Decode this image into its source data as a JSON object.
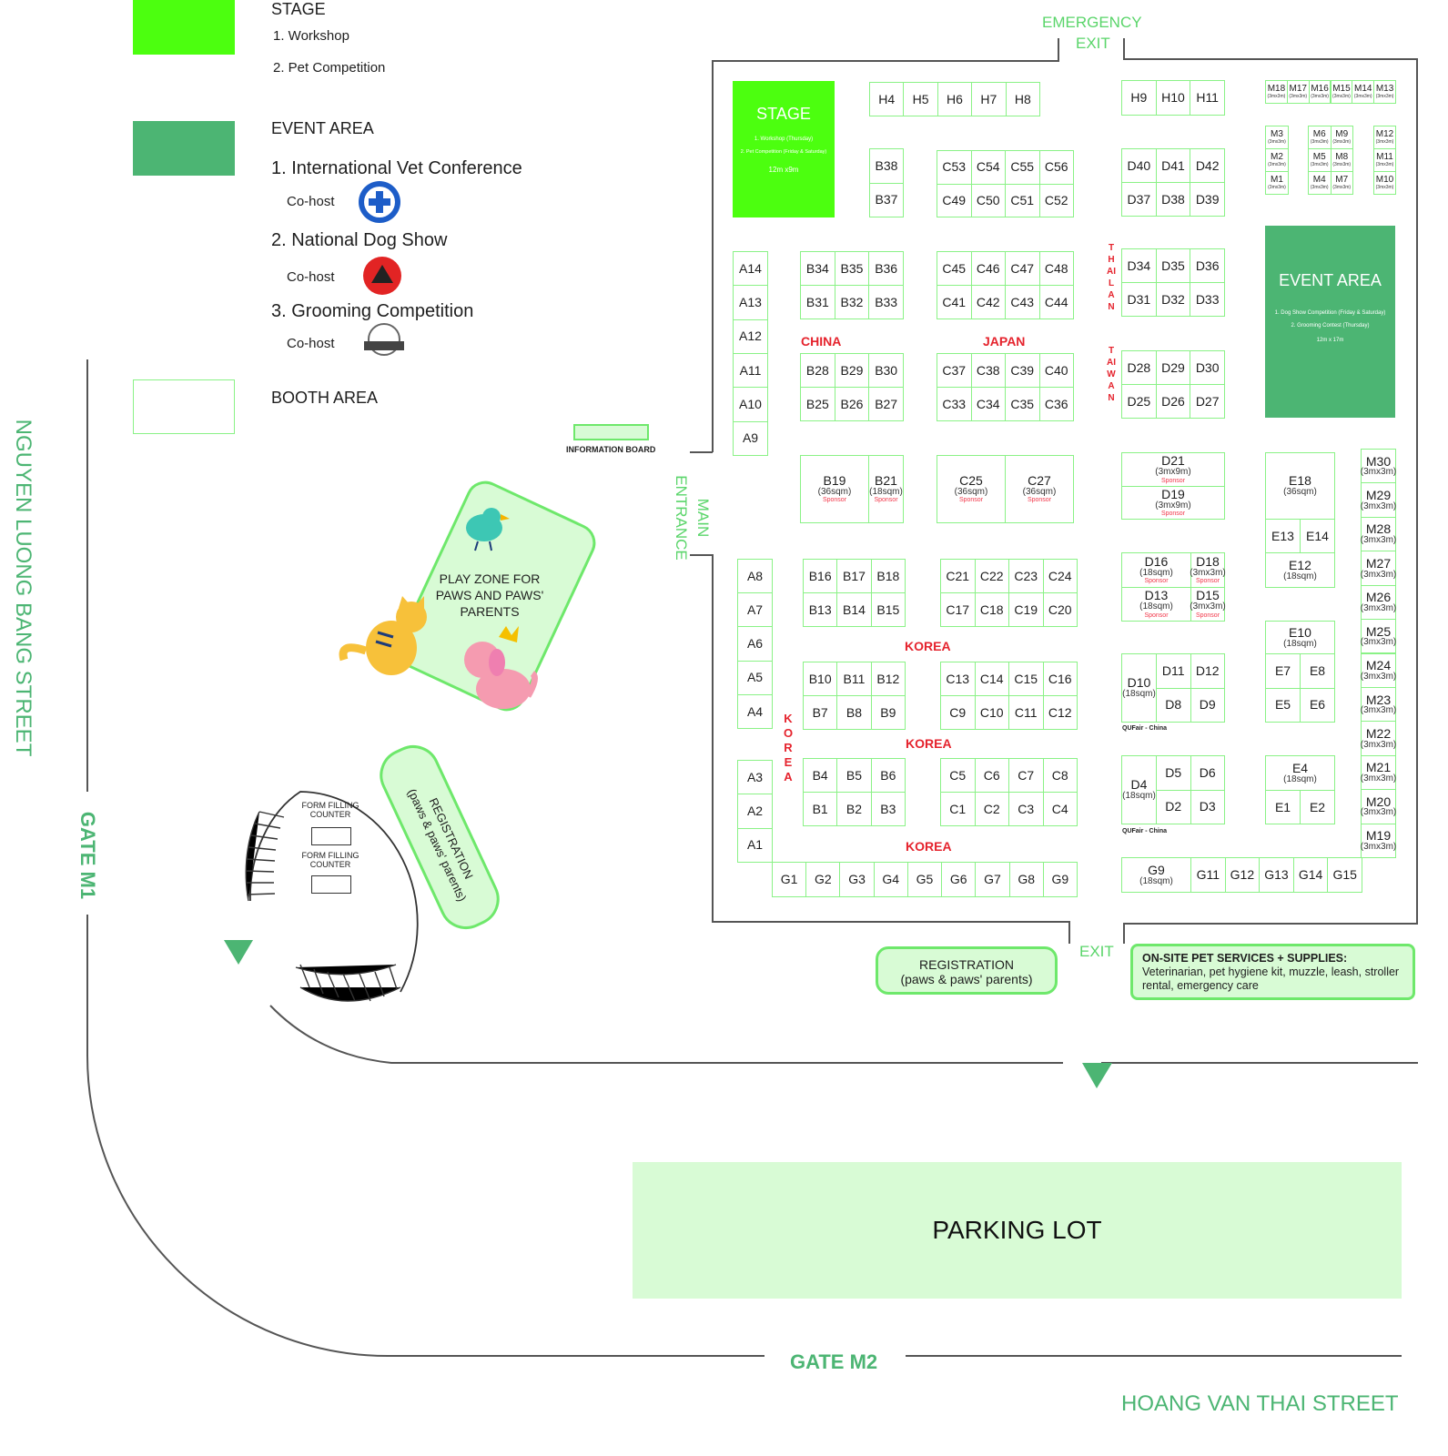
{
  "legend": {
    "stage": {
      "title": "STAGE",
      "items": [
        "1. Workshop",
        "2. Pet Competition"
      ],
      "color": "#4cff0f"
    },
    "event_area": {
      "title": "EVENT AREA",
      "color": "#4cb573",
      "items": [
        {
          "label": "1. International Vet Conference",
          "cohost": "Co-host",
          "logo": "VSAVA"
        },
        {
          "label": "2. National Dog Show",
          "cohost": "Co-host",
          "logo": "VKA"
        },
        {
          "label": "3. Grooming Competition",
          "cohost": "Co-host",
          "logo": "JSCC"
        }
      ]
    },
    "booth_area": {
      "title": "BOOTH AREA"
    }
  },
  "stage_box": {
    "title": "STAGE",
    "line1": "1. Workshop (Thursday)",
    "line2": "2. Pet Competition (Friday & Saturday)",
    "size": "12m x9m"
  },
  "event_box": {
    "title": "EVENT AREA",
    "line1": "1. Dog Show Competition (Friday & Saturday)",
    "line2": "2. Grooming Contest (Thursday)",
    "size": "12m x 17m"
  },
  "labels": {
    "emergency_exit": "EMERGENCY",
    "emergency_exit2": "EXIT",
    "exit": "EXIT",
    "main_entrance": "MAIN ENTRANCE",
    "information_board": "INFORMATION BOARD",
    "play_zone": "PLAY ZONE FOR PAWS AND PAWS' PARENTS",
    "registration": "REGISTRATION",
    "registration_sub": "(paws & paws' parents)",
    "form_counter": "FORM FILLING COUNTER",
    "onsite_title": "ON-SITE PET SERVICES + SUPPLIES:",
    "onsite_body": "Veterinarian, pet hygiene kit, muzzle, leash, stroller rental, emergency care",
    "parking": "PARKING LOT",
    "gate_m1": "GATE M1",
    "gate_m2": "GATE M2",
    "street_left": "NGUYEN LUONG BANG STREET",
    "street_bottom": "HOANG VAN THAI STREET",
    "qufair": "QUFair - China"
  },
  "regions": {
    "china": "CHINA",
    "japan": "JAPAN",
    "korea": "KOREA",
    "thailand": "THAILAN",
    "taiwan": "TAIWAN"
  },
  "booth_groups": {
    "H_a": {
      "rows": [
        [
          "H4",
          "H5",
          "H6",
          "H7",
          "H8"
        ]
      ]
    },
    "H_b": {
      "rows": [
        [
          "H9",
          "H10",
          "H11"
        ]
      ]
    },
    "M_top": {
      "sub": "(3mx3m)",
      "small": true,
      "rows": [
        [
          "M18",
          "M17",
          "M16",
          "M15",
          "M14",
          "M13"
        ]
      ]
    },
    "M_l": {
      "sub": "(3mx3m)",
      "small": true,
      "rows": [
        [
          "M3"
        ],
        [
          "M2"
        ],
        [
          "M1"
        ]
      ]
    },
    "M_c": {
      "sub": "(3mx3m)",
      "small": true,
      "rows": [
        [
          "M6",
          "M9"
        ],
        [
          "M5",
          "M8"
        ],
        [
          "M4",
          "M7"
        ]
      ]
    },
    "M_r": {
      "sub": "(3mx3m)",
      "small": true,
      "rows": [
        [
          "M12"
        ],
        [
          "M11"
        ],
        [
          "M10"
        ]
      ]
    },
    "B_38": {
      "rows": [
        [
          "B38"
        ],
        [
          "B37"
        ]
      ]
    },
    "C_53": {
      "rows": [
        [
          "C53",
          "C54",
          "C55",
          "C56"
        ],
        [
          "C49",
          "C50",
          "C51",
          "C52"
        ]
      ]
    },
    "D_40": {
      "rows": [
        [
          "D40",
          "D41",
          "D42"
        ],
        [
          "D37",
          "D38",
          "D39"
        ]
      ]
    },
    "A_top": {
      "rows": [
        [
          "A14"
        ],
        [
          "A13"
        ],
        [
          "A12"
        ],
        [
          "A11"
        ],
        [
          "A10"
        ],
        [
          "A9"
        ]
      ]
    },
    "B_34": {
      "rows": [
        [
          "B34",
          "B35",
          "B36"
        ],
        [
          "B31",
          "B32",
          "B33"
        ]
      ]
    },
    "C_45": {
      "rows": [
        [
          "C45",
          "C46",
          "C47",
          "C48"
        ],
        [
          "C41",
          "C42",
          "C43",
          "C44"
        ]
      ]
    },
    "D_34": {
      "rows": [
        [
          "D34",
          "D35",
          "D36"
        ],
        [
          "D31",
          "D32",
          "D33"
        ]
      ]
    },
    "B_28": {
      "rows": [
        [
          "B28",
          "B29",
          "B30"
        ],
        [
          "B25",
          "B26",
          "B27"
        ]
      ]
    },
    "C_37": {
      "rows": [
        [
          "C37",
          "C38",
          "C39",
          "C40"
        ],
        [
          "C33",
          "C34",
          "C35",
          "C36"
        ]
      ]
    },
    "D_28": {
      "rows": [
        [
          "D28",
          "D29",
          "D30"
        ],
        [
          "D25",
          "D26",
          "D27"
        ]
      ]
    },
    "B_19": {
      "rows": [
        [
          {
            "id": "B19",
            "size": "(36sqm)",
            "sponsor": "Sponsor"
          }
        ]
      ]
    },
    "B_21": {
      "rows": [
        [
          {
            "id": "B21",
            "size": "(18sqm)",
            "sponsor": "Sponsor"
          }
        ]
      ]
    },
    "C_25": {
      "rows": [
        [
          {
            "id": "C25",
            "size": "(36sqm)",
            "sponsor": "Sponsor"
          },
          {
            "id": "C27",
            "size": "(36sqm)",
            "sponsor": "Sponsor"
          }
        ]
      ]
    },
    "D_21": {
      "rows": [
        [
          {
            "id": "D21",
            "size": "(3mx9m)",
            "sponsor": "Sponsor"
          }
        ],
        [
          {
            "id": "D19",
            "size": "(3mx9m)",
            "sponsor": "Sponsor"
          }
        ]
      ]
    },
    "E_18": {
      "rows": [
        [
          {
            "id": "E18",
            "size": "(36sqm)"
          }
        ]
      ]
    },
    "E_13": {
      "rows": [
        [
          "E13",
          "E14"
        ]
      ]
    },
    "E_12": {
      "rows": [
        [
          {
            "id": "E12",
            "size": "(18sqm)"
          }
        ]
      ]
    },
    "M_col": {
      "sub": "(3mx3m)",
      "rows": [
        [
          "M30"
        ],
        [
          "M29"
        ],
        [
          "M28"
        ],
        [
          "M27"
        ],
        [
          "M26"
        ],
        [
          "M25"
        ],
        [
          "M24"
        ],
        [
          "M23"
        ],
        [
          "M22"
        ],
        [
          "M21"
        ],
        [
          "M20"
        ],
        [
          "M19"
        ]
      ]
    },
    "A_mid": {
      "rows": [
        [
          "A8"
        ],
        [
          "A7"
        ],
        [
          "A6"
        ],
        [
          "A5"
        ],
        [
          "A4"
        ]
      ]
    },
    "B_16": {
      "rows": [
        [
          "B16",
          "B17",
          "B18"
        ],
        [
          "B13",
          "B14",
          "B15"
        ]
      ]
    },
    "C_21": {
      "rows": [
        [
          "C21",
          "C22",
          "C23",
          "C24"
        ],
        [
          "C17",
          "C18",
          "C19",
          "C20"
        ]
      ]
    },
    "D_16": {
      "rows": [
        [
          {
            "id": "D16",
            "size": "(18sqm)",
            "sponsor": "Sponsor"
          }
        ],
        [
          {
            "id": "D13",
            "size": "(18sqm)",
            "sponsor": "Sponsor"
          }
        ]
      ]
    },
    "D_18": {
      "rows": [
        [
          {
            "id": "D18",
            "size": "(3mx3m)",
            "sponsor": "Sponsor"
          }
        ],
        [
          {
            "id": "D15",
            "size": "(3mx3m)",
            "sponsor": "Sponsor"
          }
        ]
      ]
    },
    "E_10": {
      "rows": [
        [
          {
            "id": "E10",
            "size": "(18sqm)"
          }
        ]
      ]
    },
    "E_7": {
      "rows": [
        [
          "E7",
          "E8"
        ],
        [
          "E5",
          "E6"
        ]
      ]
    },
    "B_10": {
      "rows": [
        [
          "B10",
          "B11",
          "B12"
        ],
        [
          "B7",
          "B8",
          "B9"
        ]
      ]
    },
    "C_13": {
      "rows": [
        [
          "C13",
          "C14",
          "C15",
          "C16"
        ],
        [
          "C9",
          "C10",
          "C11",
          "C12"
        ]
      ]
    },
    "D_10": {
      "rows": [
        [
          {
            "id": "D10",
            "size": "(18sqm)"
          }
        ]
      ]
    },
    "D_11": {
      "rows": [
        [
          "D11",
          "D12"
        ],
        [
          "D8",
          "D9"
        ]
      ]
    },
    "A_bot": {
      "rows": [
        [
          "A3"
        ],
        [
          "A2"
        ],
        [
          "A1"
        ]
      ]
    },
    "B_4": {
      "rows": [
        [
          "B4",
          "B5",
          "B6"
        ],
        [
          "B1",
          "B2",
          "B3"
        ]
      ]
    },
    "C_5": {
      "rows": [
        [
          "C5",
          "C6",
          "C7",
          "C8"
        ],
        [
          "C1",
          "C2",
          "C3",
          "C4"
        ]
      ]
    },
    "D_4": {
      "rows": [
        [
          {
            "id": "D4",
            "size": "(18sqm)"
          }
        ]
      ]
    },
    "D_5": {
      "rows": [
        [
          "D5",
          "D6"
        ],
        [
          "D2",
          "D3"
        ]
      ]
    },
    "E_4": {
      "rows": [
        [
          {
            "id": "E4",
            "size": "(18sqm)"
          }
        ]
      ]
    },
    "E_1": {
      "rows": [
        [
          "E1",
          "E2"
        ]
      ]
    },
    "G_a": {
      "rows": [
        [
          "G1",
          "G2",
          "G3",
          "G4",
          "G5",
          "G6",
          "G7",
          "G8",
          "G9"
        ]
      ]
    },
    "G_9b": {
      "rows": [
        [
          {
            "id": "G9",
            "size": "(18sqm)"
          }
        ]
      ]
    },
    "G_b": {
      "rows": [
        [
          "G11",
          "G12",
          "G13",
          "G14",
          "G15"
        ]
      ]
    }
  }
}
